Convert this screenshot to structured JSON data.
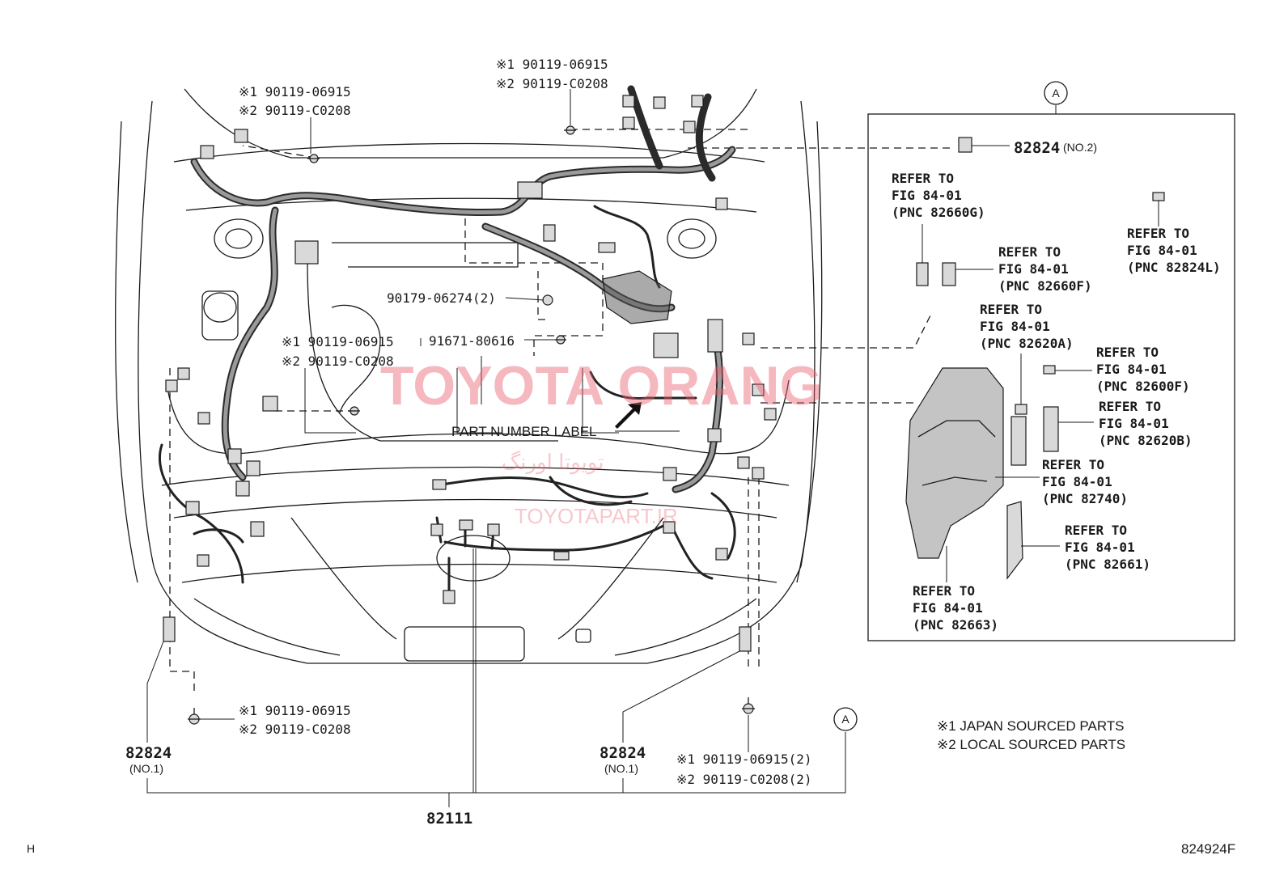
{
  "labels": {
    "top_center": {
      "line1": "※1 90119-06915",
      "line2": "※2 90119-C0208"
    },
    "top_left": {
      "line1": "※1 90119-06915",
      "line2": "※2 90119-C0208"
    },
    "mid_left": {
      "line1": "※1 90119-06915",
      "line2": "※2 90119-C0208"
    },
    "bolt_90179": "90179-06274(2)",
    "bolt_91671": "91671-80616",
    "part_number_label": "PART NUMBER LABEL",
    "bottom_left_bolt": {
      "line1": "※1 90119-06915",
      "line2": "※2 90119-C0208"
    },
    "bottom_right_bolt": {
      "line1": "※1 90119-06915(2)",
      "line2": "※2 90119-C0208(2)"
    },
    "p82824_left": {
      "part": "82824",
      "sub": "(NO.1)"
    },
    "p82824_right": {
      "part": "82824",
      "sub": "(NO.1)"
    },
    "p82111": "82111",
    "p82824_no2": {
      "part": "82824",
      "sub": "(NO.2)"
    },
    "callout": "A",
    "legend": {
      "line1": "※1 JAPAN SOURCED PARTS",
      "line2": "※2 LOCAL SOURCED PARTS"
    },
    "corner_left": "H",
    "corner_right": "824924F"
  },
  "refer_notes": [
    {
      "l1": "REFER TO",
      "l2": "FIG 84-01",
      "l3": "(PNC 82660G)"
    },
    {
      "l1": "REFER TO",
      "l2": "FIG 84-01",
      "l3": "(PNC 82660F)"
    },
    {
      "l1": "REFER TO",
      "l2": "FIG 84-01",
      "l3": "(PNC 82824L)"
    },
    {
      "l1": "REFER TO",
      "l2": "FIG 84-01",
      "l3": "(PNC 82620A)"
    },
    {
      "l1": "REFER TO",
      "l2": "FIG 84-01",
      "l3": "(PNC 82600F)"
    },
    {
      "l1": "REFER TO",
      "l2": "FIG 84-01",
      "l3": "(PNC 82620B)"
    },
    {
      "l1": "REFER TO",
      "l2": "FIG 84-01",
      "l3": "(PNC 82740)"
    },
    {
      "l1": "REFER TO",
      "l2": "FIG 84-01",
      "l3": "(PNC 82661)"
    },
    {
      "l1": "REFER TO",
      "l2": "FIG 84-01",
      "l3": "(PNC 82663)"
    }
  ],
  "watermark": {
    "main": "TOYOTA ORANG",
    "persian": "تویوتا اورنگ",
    "site": "TOYOTAPART.IR"
  }
}
